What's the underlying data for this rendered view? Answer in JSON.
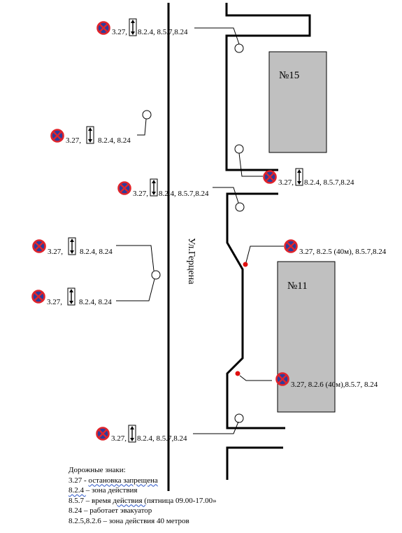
{
  "sign_groups": [
    {
      "id": "g1",
      "text": "3.27, ",
      "text2": "8.2.4, 8.5.7,8.24"
    },
    {
      "id": "g2",
      "text": "3.27, ",
      "text2": "8.2.4, 8.24"
    },
    {
      "id": "g3",
      "text": "3.27, ",
      "text2": "8.2.4, 8.5.7,8.24"
    },
    {
      "id": "g4",
      "text": "3.27, ",
      "text2": "8.2.4, 8.5.7,8.24"
    },
    {
      "id": "g5",
      "text": "3.27,",
      "text2": "8.2.4, 8.24"
    },
    {
      "id": "g6",
      "text": "3.27,",
      "text2": "8.2.4, 8.24"
    },
    {
      "id": "g7",
      "text": "3.27, 8.2.5 (40м), 8.5.7,8.24",
      "text2": ""
    },
    {
      "id": "g8",
      "text": "3.27, 8.2.6 (40м),8.5.7, 8.24",
      "text2": ""
    },
    {
      "id": "g9",
      "text": "3.27, ",
      "text2": "8.2.4, 8.5.7,8.24"
    }
  ],
  "buildings": {
    "b15": "№15",
    "b11": "№11"
  },
  "street_name": "Ул.Герцена",
  "legend": {
    "title": "Дорожные знаки:",
    "line1_code": "3.27",
    "line1_rest": " - ",
    "line1_under": "остановка  запрещена",
    "line2_under": "8.2.4 ",
    "line2_rest": "– зона  действия",
    "line3_start": "8.5.7 – время ",
    "line3_under": "действия  (",
    "line3_end": "пятница 09.00-17.00»",
    "line4": "8.24 –  работает эвакуатор",
    "line5": "8.2.5,8.2.6 – зона действия 40 метров"
  },
  "colors": {
    "sign_red": "#e0242b",
    "sign_blue": "#2d3c9c",
    "building_fill": "#c0c0c0",
    "marker_red": "#e01010"
  }
}
